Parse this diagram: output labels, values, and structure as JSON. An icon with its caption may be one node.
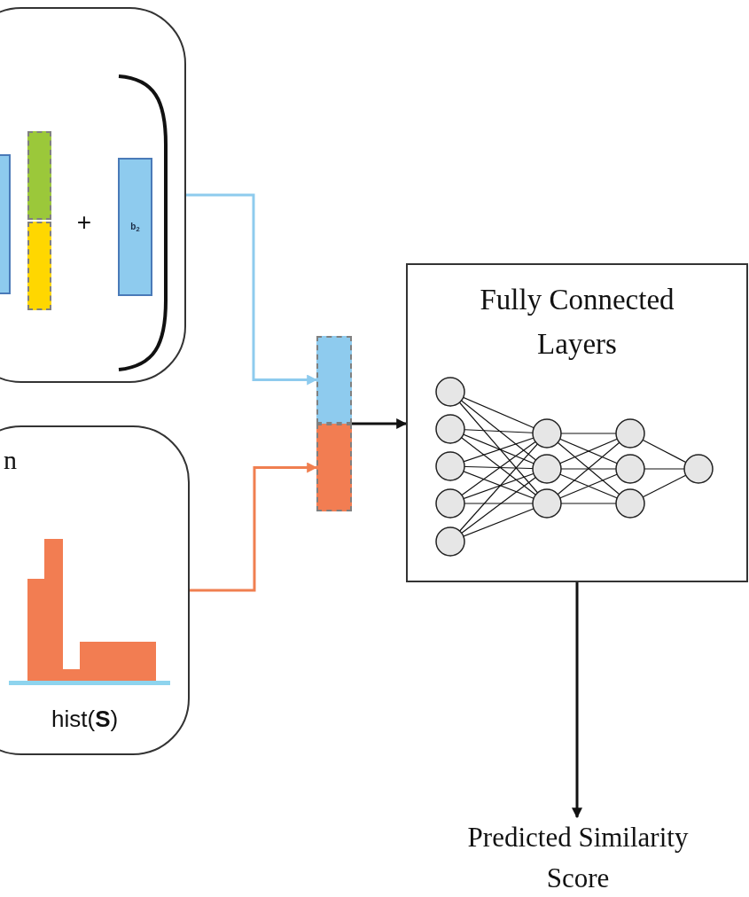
{
  "diagram": {
    "nodes": [
      {
        "text": [],
        "shape": "box"
      },
      {
        "text": [],
        "shape": "bar",
        "in": 0
      },
      {
        "text": [],
        "shape": "bar",
        "in": 0
      },
      {
        "text": [],
        "shape": "bar",
        "in": 0
      },
      {
        "text": [
          "b$_{2}$"
        ],
        "in": 0
      },
      {
        "text": [
          "n",
          "hist(**S**)"
        ]
      },
      {
        "text": [],
        "shape": "bar"
      },
      {
        "text": [],
        "shape": "bar",
        "in": 6
      },
      {
        "text": [],
        "shape": "bar",
        "in": 6
      },
      {
        "text": [
          "Fully Connected Layers"
        ]
      },
      {
        "text": [
          "Predicted Similarity Score"
        ]
      }
    ],
    "edges": [
      {
        "from": 0,
        "to": 7,
        "arrow": "to",
        "color": "#8ecbee"
      },
      {
        "from": 5,
        "to": 8,
        "arrow": "to",
        "color": "#f07f50"
      },
      {
        "from": 6,
        "to": 9,
        "arrow": "to"
      },
      {
        "from": 9,
        "to": 10,
        "arrow": "to"
      }
    ],
    "labels": [
      "+"
    ]
  }
}
